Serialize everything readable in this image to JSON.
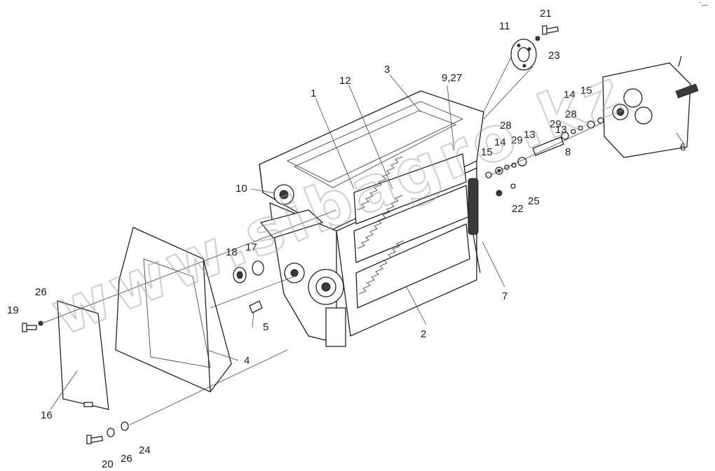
{
  "watermark": "www.sibagro.kz",
  "corner_mark": "´—",
  "callouts": [
    "1",
    "2",
    "3",
    "4",
    "5",
    "6",
    "7",
    "8",
    "9,27",
    "10",
    "11",
    "12",
    "13",
    "13",
    "14",
    "14",
    "15",
    "15",
    "16",
    "17",
    "18",
    "19",
    "20",
    "21",
    "22",
    "23",
    "24",
    "25",
    "26",
    "26",
    "28",
    "28",
    "29",
    "29"
  ]
}
